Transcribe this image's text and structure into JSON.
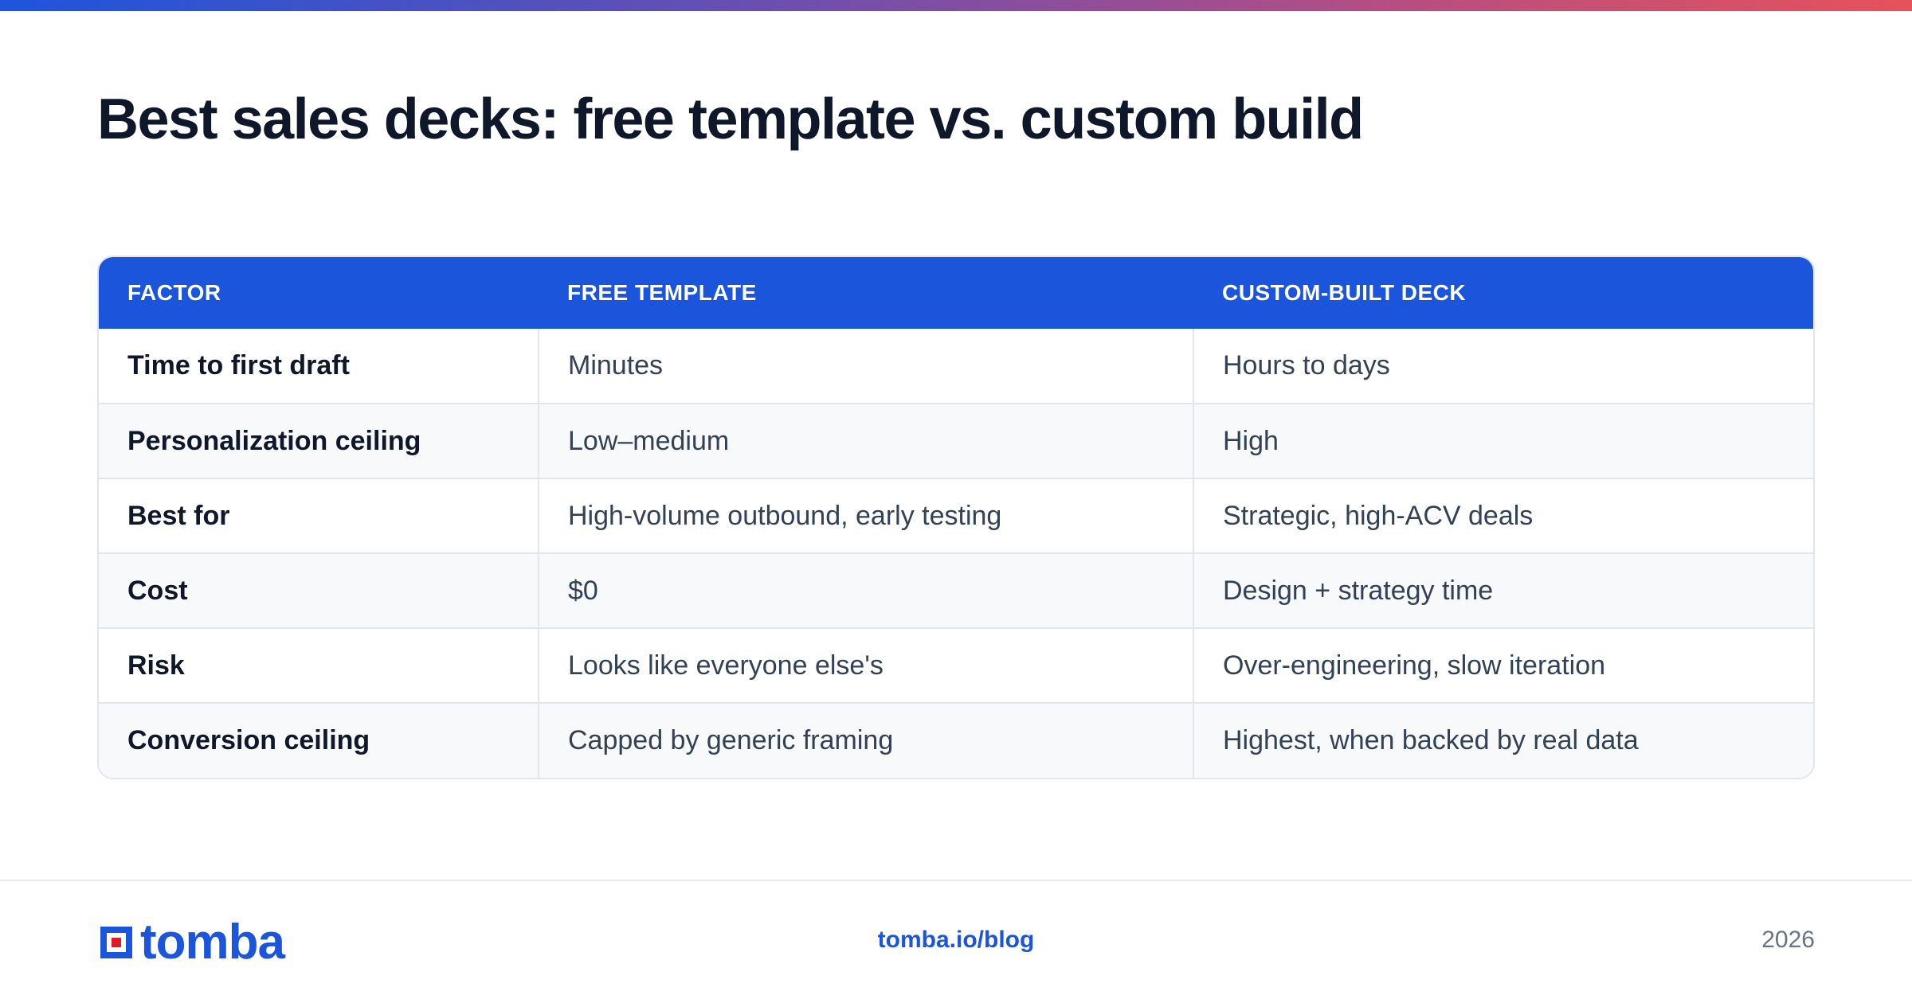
{
  "title": "Best sales decks: free template vs. custom build",
  "table": {
    "headers": [
      "FACTOR",
      "FREE TEMPLATE",
      "CUSTOM-BUILT DECK"
    ],
    "rows": [
      [
        "Time to first draft",
        "Minutes",
        "Hours to days"
      ],
      [
        "Personalization ceiling",
        "Low–medium",
        "High"
      ],
      [
        "Best for",
        "High-volume outbound, early testing",
        "Strategic, high-ACV deals"
      ],
      [
        "Cost",
        "$0",
        "Design + strategy time"
      ],
      [
        "Risk",
        "Looks like everyone else's",
        "Over-engineering, slow iteration"
      ],
      [
        "Conversion ceiling",
        "Capped by generic framing",
        "Highest, when backed by real data"
      ]
    ]
  },
  "footer": {
    "logo_text": "tomba",
    "link": "tomba.io/blog",
    "year": "2026"
  },
  "colors": {
    "accent": "#1b55dc",
    "logo_red": "#e21b2c",
    "title": "#0f172a",
    "body_text": "#334155"
  }
}
